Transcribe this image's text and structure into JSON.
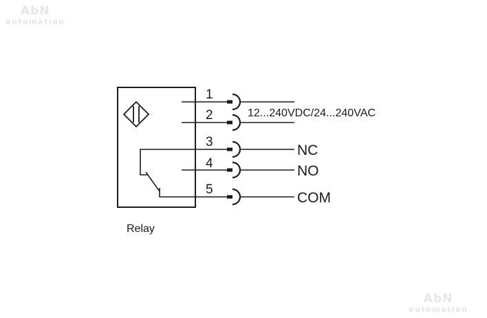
{
  "watermark": {
    "brand": "AbN",
    "sub": "automation"
  },
  "pins": [
    {
      "number": "1"
    },
    {
      "number": "2"
    },
    {
      "number": "3"
    },
    {
      "number": "4"
    },
    {
      "number": "5"
    }
  ],
  "supply_label": "12...240VDC/24...240VAC",
  "outputs": {
    "nc": "NC",
    "no": "NO",
    "com": "COM"
  },
  "caption": "Relay",
  "colors": {
    "line": "#1a1a1a",
    "watermark": "#e6e6e6"
  }
}
